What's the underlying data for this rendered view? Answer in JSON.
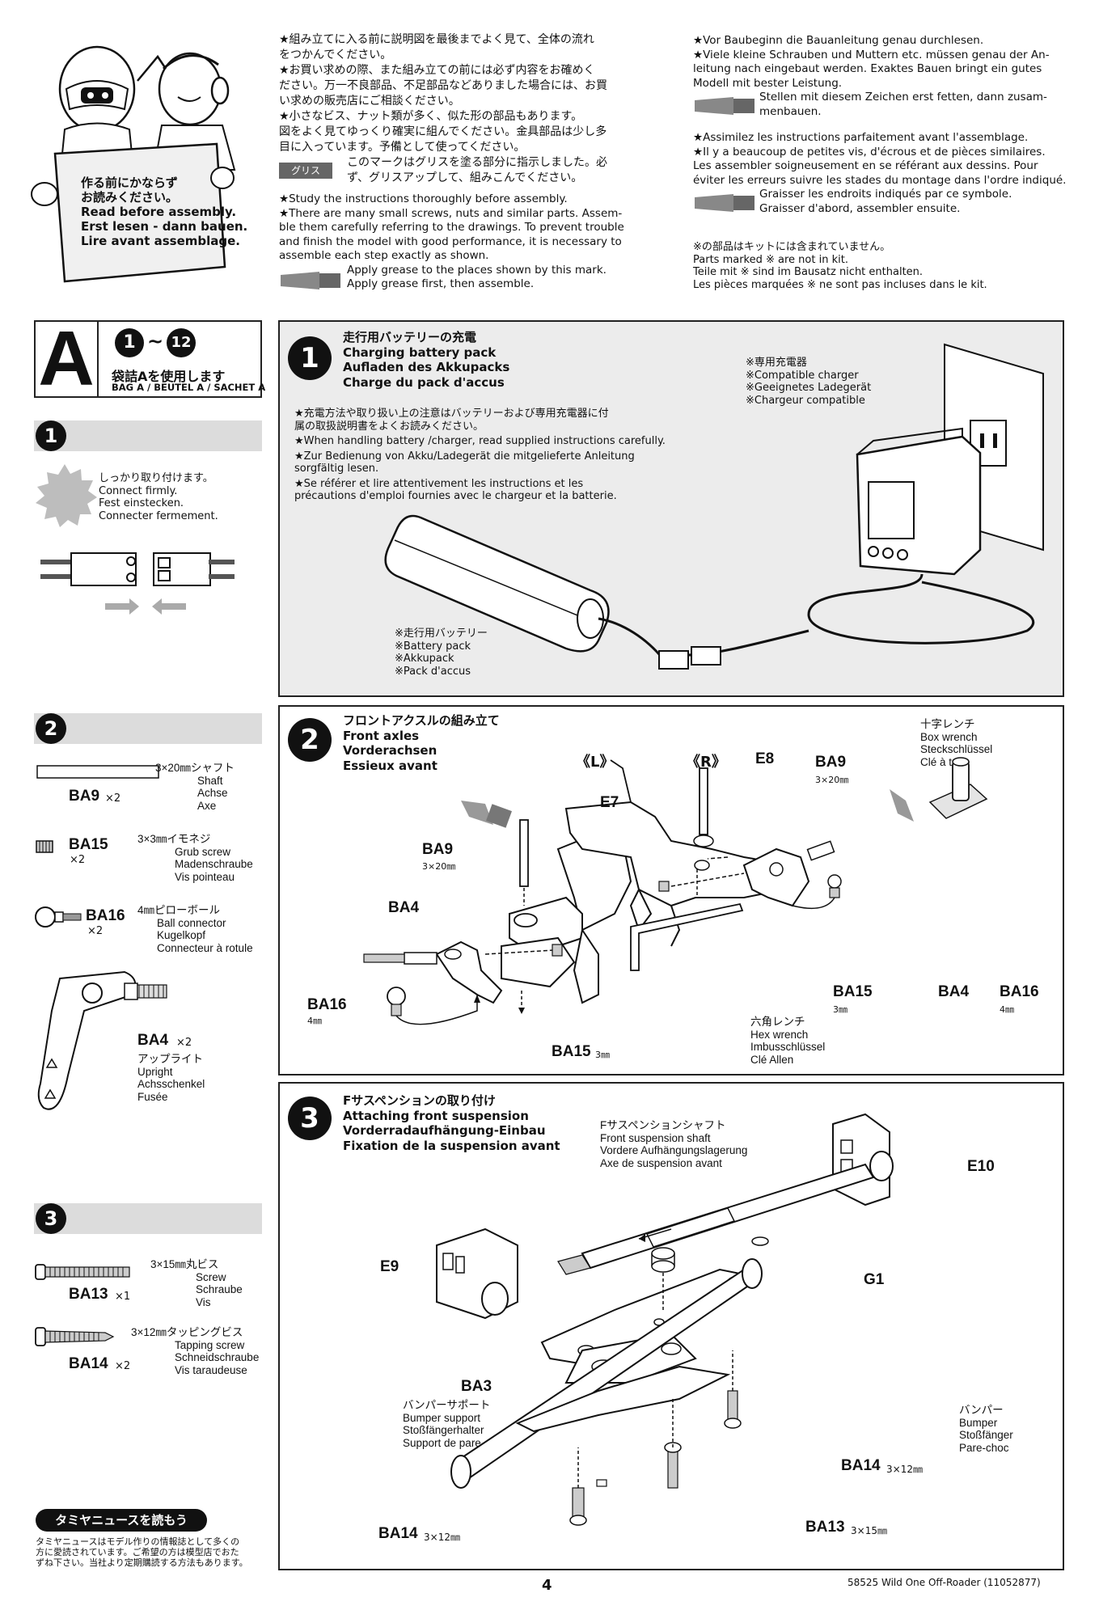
{
  "intro_card": {
    "lines": [
      "作る前にかならず",
      "お読みください。",
      "Read before assembly.",
      "Erst lesen - dann bauen.",
      "Lire avant assemblage."
    ]
  },
  "intro_jp": [
    "★組み立てに入る前に説明図を最後までよく見て、全体の流れ",
    "をつかんでください。",
    "★お買い求めの際、また組み立ての前には必ず内容をお確めく",
    "ださい。万一不良部品、不足部品などありました場合には、お買",
    "い求めの販売店にご相談ください。",
    "★小さなビス、ナット類が多く、似た形の部品もあります。",
    "図をよく見てゆっくり確実に組んでください。金具部品は少し多",
    "目に入っています。予備として使ってください。"
  ],
  "grease_tag": "グリス",
  "grease_jp": [
    "このマークはグリスを塗る部分に指示しました。必",
    "ず、グリスアップして、組みこんでください。"
  ],
  "intro_en": [
    "★Study the instructions thoroughly before assembly.",
    "★There are many small screws, nuts and similar parts. Assem-",
    "ble them carefully referring to the drawings. To prevent trouble",
    "and finish the model with good performance, it is necessary to",
    "assemble each step exactly as shown."
  ],
  "grease_en": [
    "Apply grease to the places shown by this mark.",
    "Apply grease first, then assemble."
  ],
  "intro_de": [
    "★Vor Baubeginn die Bauanleitung genau durchlesen.",
    "★Viele kleine Schrauben und Muttern etc. müssen genau der An-",
    "leitung nach eingebaut werden. Exaktes Bauen bringt ein gutes",
    "Modell mit bester Leistung."
  ],
  "grease_de": [
    "Stellen mit diesem Zeichen erst fetten, dann zusam-",
    "menbauen."
  ],
  "intro_fr": [
    "★Assimilez les instructions parfaitement avant l'assemblage.",
    "★Il y a beaucoup de petites vis, d'écrous et de pièces similaires.",
    "Les assembler soigneusement en se référant aux dessins. Pour",
    "éviter les erreurs suivre les stades du montage dans l'ordre indiqué."
  ],
  "grease_fr": [
    "Graisser les endroits indiqués par ce symbole.",
    "Graisser d'abord, assembler ensuite."
  ],
  "not_included": [
    "※の部品はキットには含まれていません。",
    "Parts marked ※ are not in kit.",
    "Teile mit ※ sind im Bausatz nicht enthalten.",
    "Les pièces marquées ※ ne sont pas incluses dans le kit."
  ],
  "bag": {
    "letter": "A",
    "range_start": "1",
    "range_sep": "~",
    "range_end": "12",
    "use_jp": "袋詰Aを使用します",
    "label": "BAG A / BEUTEL A / SACHET A"
  },
  "side1": {
    "num": "1",
    "connect": [
      "しっかり取り付けます。",
      "Connect firmly.",
      "Fest einstecken.",
      "Connecter fermement."
    ]
  },
  "step1": {
    "num": "1",
    "titles": [
      "走行用バッテリーの充電",
      "Charging battery pack",
      "Aufladen des Akkupacks",
      "Charge du pack d'accus"
    ],
    "notes": [
      "★充電方法や取り扱い上の注意はバッテリーおよび専用充電器に付",
      "属の取扱説明書をよくお読みください。",
      "★When handling battery /charger, read supplied instructions carefully.",
      "★Zur Bedienung von Akku/Ladegerät die mitgelieferte Anleitung",
      "sorgfältig lesen.",
      "★Se référer et lire attentivement les instructions et les",
      "précautions d'emploi fournies avec le chargeur et la batterie."
    ],
    "charger": [
      "※専用充電器",
      "※Compatible charger",
      "※Geeignetes Ladegerät",
      "※Chargeur compatible"
    ],
    "battery": [
      "※走行用バッテリー",
      "※Battery pack",
      "※Akkupack",
      "※Pack d'accus"
    ]
  },
  "side2": {
    "num": "2",
    "parts": [
      {
        "code": "BA9",
        "qty": "×2",
        "desc": [
          "3×20㎜シャフト",
          "Shaft",
          "Achse",
          "Axe"
        ]
      },
      {
        "code": "BA15",
        "qty": "×2",
        "desc": [
          "3×3㎜イモネジ",
          "Grub screw",
          "Madenschraube",
          "Vis pointeau"
        ]
      },
      {
        "code": "BA16",
        "qty": "×2",
        "desc": [
          "4㎜ピローボール",
          "Ball connector",
          "Kugelkopf",
          "Connecteur à rotule"
        ]
      },
      {
        "code": "BA4",
        "qty": "×2",
        "desc": [
          "アップライト",
          "Upright",
          "Achsschenkel",
          "Fusée"
        ]
      }
    ]
  },
  "step2": {
    "num": "2",
    "titles": [
      "フロントアクスルの組み立て",
      "Front axles",
      "Vorderachsen",
      "Essieux avant"
    ],
    "left_mark": "《L》",
    "right_mark": "《R》",
    "box_wrench": [
      "十字レンチ",
      "Box wrench",
      "Steckschlüssel",
      "Clé à tube"
    ],
    "hex_wrench": [
      "六角レンチ",
      "Hex wrench",
      "Imbusschlüssel",
      "Clé Allen"
    ],
    "labels": {
      "e7": "E7",
      "e8": "E8",
      "ba9_l": "BA9",
      "ba9_l_size": "3×20㎜",
      "ba9_r": "BA9",
      "ba9_r_size": "3×20㎜",
      "ba4_l": "BA4",
      "ba4_r": "BA4",
      "ba16_l": "BA16",
      "ba16_l_size": "4㎜",
      "ba16_r": "BA16",
      "ba16_r_size": "4㎜",
      "ba15_l": "BA15",
      "ba15_l_size": "3㎜",
      "ba15_r": "BA15",
      "ba15_r_size": "3㎜"
    }
  },
  "side3": {
    "num": "3",
    "parts": [
      {
        "code": "BA13",
        "qty": "×1",
        "desc": [
          "3×15㎜丸ビス",
          "Screw",
          "Schraube",
          "Vis"
        ]
      },
      {
        "code": "BA14",
        "qty": "×2",
        "desc": [
          "3×12㎜タッピングビス",
          "Tapping screw",
          "Schneidschraube",
          "Vis taraudeuse"
        ]
      }
    ]
  },
  "step3": {
    "num": "3",
    "titles": [
      "Fサスペンションの取り付け",
      "Attaching front suspension",
      "Vorderradaufhängung-Einbau",
      "Fixation de la suspension avant"
    ],
    "shaft": [
      "Fサスペンションシャフト",
      "Front suspension shaft",
      "Vordere Aufhängungslagerung",
      "Axe de suspension avant"
    ],
    "bumper_support": [
      "バンパーサポート",
      "Bumper support",
      "Stoßfängerhalter",
      "Support de pare-chocs"
    ],
    "bumper": [
      "バンパー",
      "Bumper",
      "Stoßfänger",
      "Pare-choc"
    ],
    "labels": {
      "e9": "E9",
      "e10": "E10",
      "g1": "G1",
      "ba3": "BA3",
      "ba14_a": "BA14",
      "ba14_a_size": "3×12㎜",
      "ba14_b": "BA14",
      "ba14_b_size": "3×12㎜",
      "ba13": "BA13",
      "ba13_size": "3×15㎜"
    }
  },
  "news": {
    "title": "タミヤニュースを読もう",
    "text": [
      "タミヤニュースはモデル作りの情報誌として多くの",
      "方に愛読されています。ご希望の方は模型店でおた",
      "ずね下さい。当社より定期購読する方法もあります。"
    ]
  },
  "footer": {
    "page": "4",
    "code": "58525  Wild One Off-Roader (11052877)"
  },
  "colors": {
    "panel_grey": "#ececec",
    "bar_grey": "#dcdcdc",
    "ink": "#111111"
  }
}
